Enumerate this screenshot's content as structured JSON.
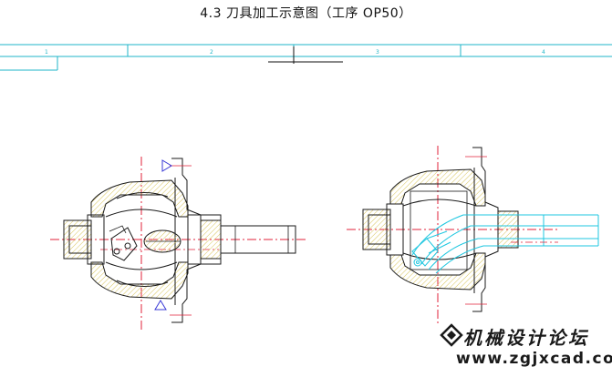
{
  "title": "4.3 刀具加工示意图（工序 OP50）",
  "frame": {
    "zone_labels": [
      "1",
      "2",
      "3",
      "4"
    ]
  },
  "watermark": {
    "name": "机械设计论坛",
    "url": "www.zgjxcad.com"
  },
  "colors": {
    "frame_line": "#1fb6c8",
    "part_line": "#1a1a1a",
    "center_line": "#e0213a",
    "hatch": "#d8c45a",
    "tool": "#1fc7e0",
    "marker": "#3a3ad6"
  }
}
